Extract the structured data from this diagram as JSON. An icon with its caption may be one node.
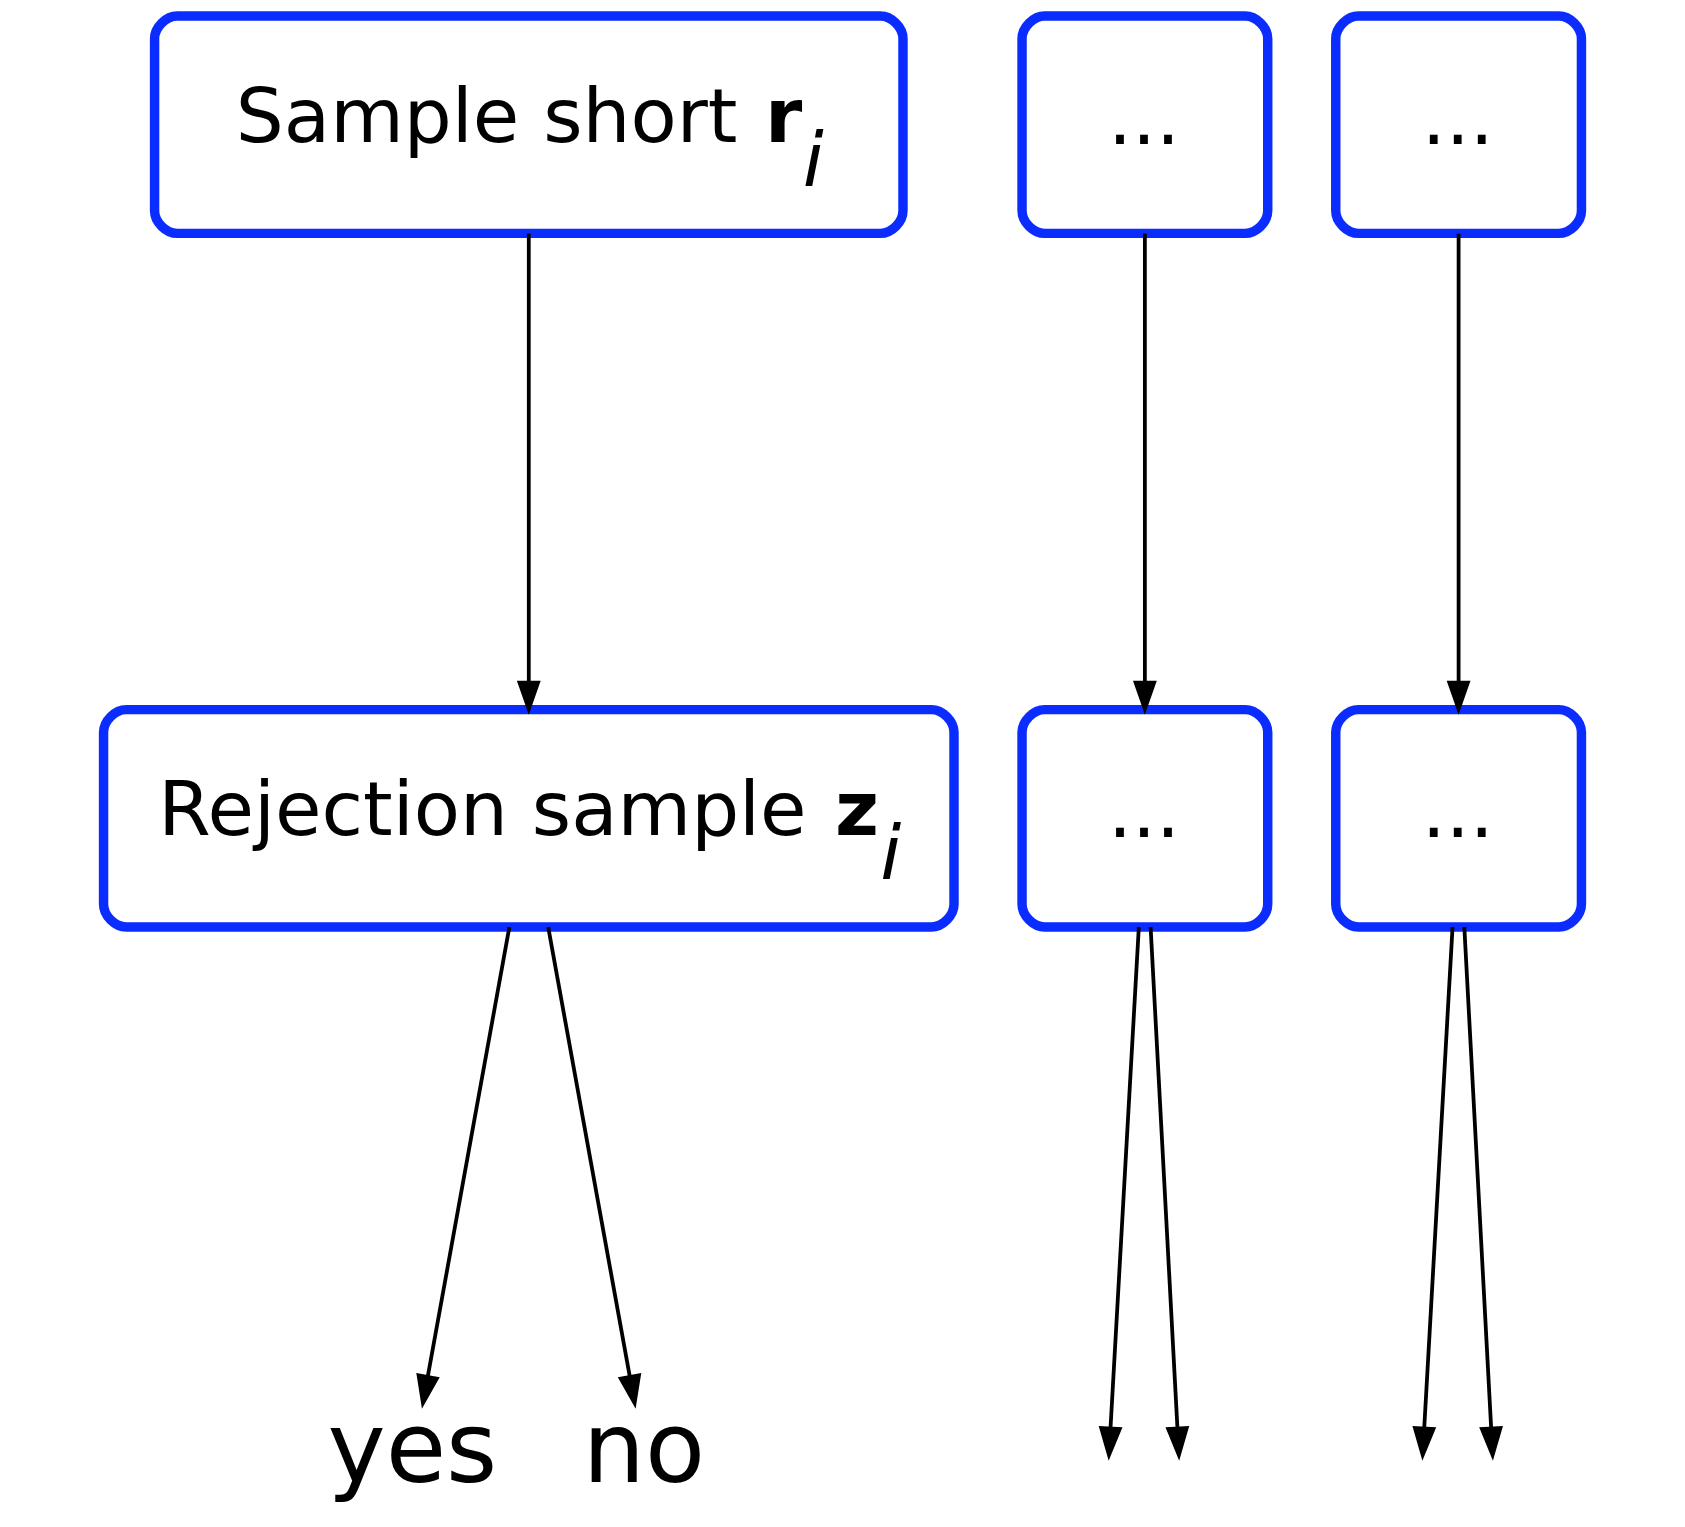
{
  "diagram": {
    "nodes": [
      {
        "text": [
          "Sample short **r**$_{i}$"
        ]
      },
      {
        "text": [
          "..."
        ]
      },
      {
        "text": [
          "..."
        ]
      },
      {
        "text": [
          "Rejection sample **z**$_{i}$"
        ]
      },
      {
        "text": [
          "..."
        ]
      },
      {
        "text": [
          "..."
        ]
      },
      {
        "text": [
          "yes"
        ]
      },
      {
        "text": [
          "no"
        ]
      }
    ],
    "edges": [
      {
        "from": 0,
        "to": 3,
        "arrow": "to"
      },
      {
        "from": 1,
        "to": 4,
        "arrow": "to"
      },
      {
        "from": 2,
        "to": 5,
        "arrow": "to"
      },
      {
        "from": 3,
        "to": 6,
        "arrow": "to"
      },
      {
        "from": 3,
        "to": 7,
        "arrow": "to"
      },
      {
        "from": 4,
        "to": null,
        "arrow": "to"
      },
      {
        "from": 4,
        "to": null,
        "arrow": "to"
      },
      {
        "from": 5,
        "to": null,
        "arrow": "to"
      },
      {
        "from": 5,
        "to": null,
        "arrow": "to"
      }
    ]
  }
}
